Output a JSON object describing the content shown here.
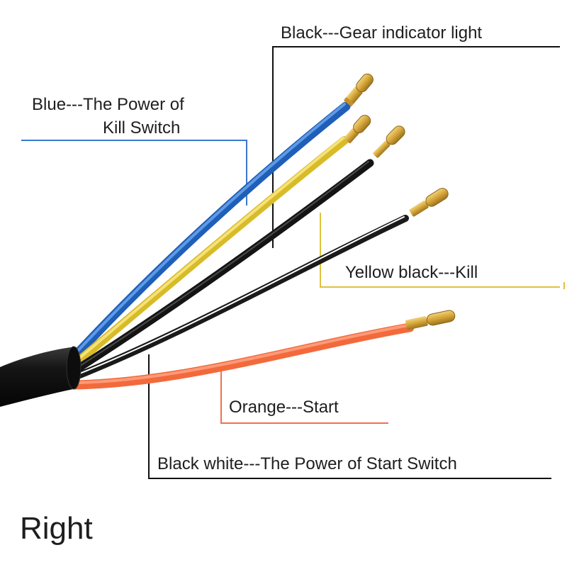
{
  "labels": {
    "black": "Black---Gear indicator light",
    "blue_line1": "Blue---The Power of",
    "blue_line2": "Kill Switch",
    "yellow_black": "Yellow black---Kill",
    "orange": "Orange---Start",
    "black_white": "Black white---The Power of Start Switch",
    "side": "Right"
  },
  "wires": [
    {
      "name": "blue",
      "color": "#2f6fc9"
    },
    {
      "name": "yellow",
      "color": "#e2c93a"
    },
    {
      "name": "black",
      "color": "#141414"
    },
    {
      "name": "black-white",
      "color": "#1a1a1a"
    },
    {
      "name": "orange",
      "color": "#f0704a"
    }
  ],
  "colors": {
    "blue_leader": "#3a78d0",
    "yellow_leader": "#e0c23a",
    "orange_leader": "#f07050",
    "black_leader": "#111111",
    "sheath": "#151515",
    "terminal": "#d4a437"
  }
}
